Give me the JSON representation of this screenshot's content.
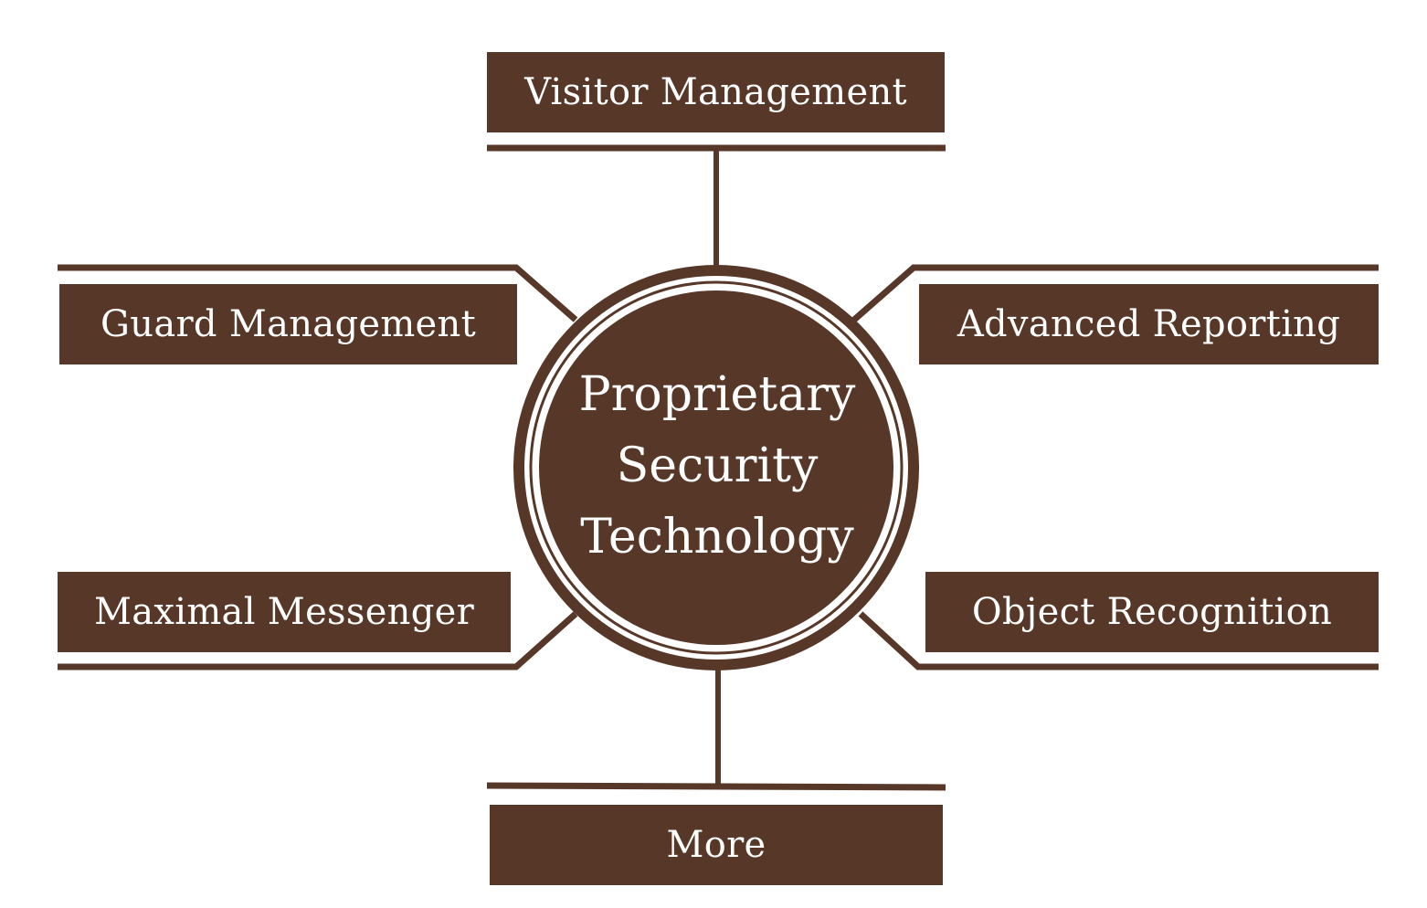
{
  "colors": {
    "primary": "#573728",
    "background": "#ffffff"
  },
  "hub": {
    "lines": [
      "Proprietary",
      "Security",
      "Technology"
    ]
  },
  "nodes": {
    "visitor_management": "Visitor Management",
    "guard_management": "Guard Management",
    "advanced_reporting": "Advanced Reporting",
    "maximal_messenger": "Maximal Messenger",
    "object_recognition": "Object Recognition",
    "more": "More"
  }
}
